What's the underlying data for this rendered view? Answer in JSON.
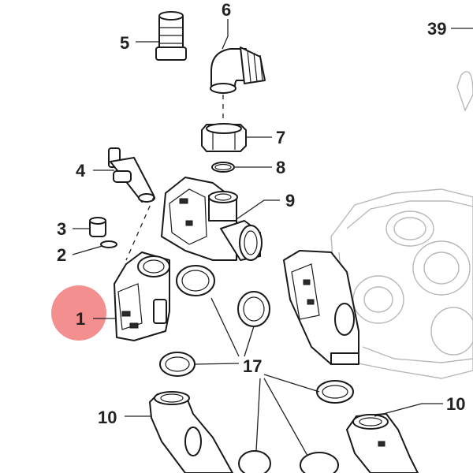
{
  "diagram": {
    "highlight_color": "#ee5a5a",
    "line_color": "#1a1a1a",
    "ghost_color": "#b8b8b8"
  },
  "labels": {
    "part_1": "1",
    "part_2": "2",
    "part_3": "3",
    "part_4": "4",
    "part_5": "5",
    "part_6": "6",
    "part_7": "7",
    "part_8": "8",
    "part_9": "9",
    "part_10_right": "10",
    "part_10_left": "10",
    "part_17": "17",
    "part_39": "39"
  }
}
